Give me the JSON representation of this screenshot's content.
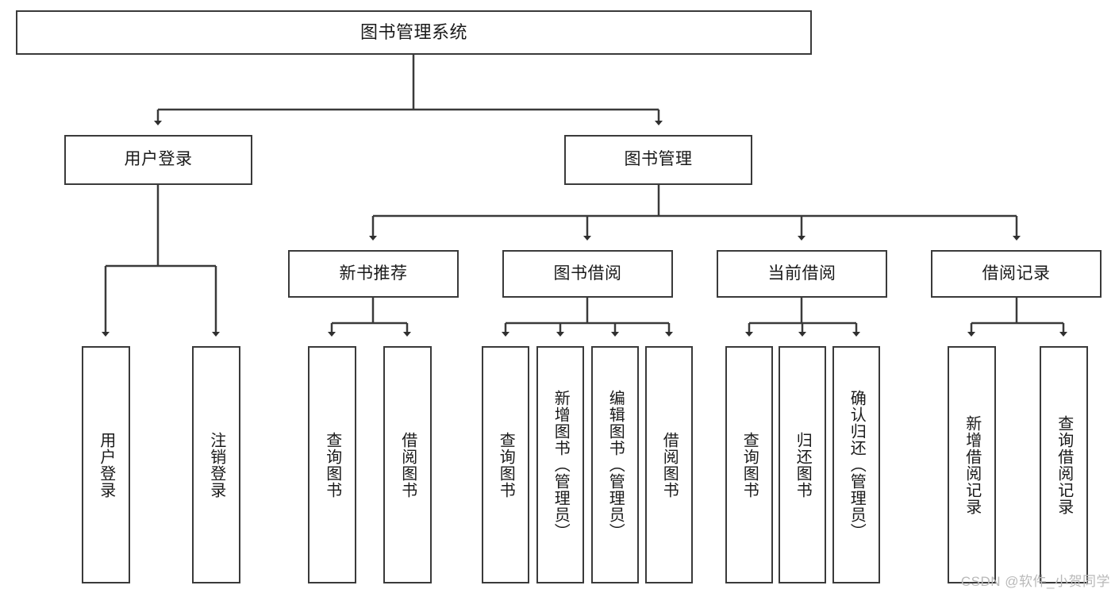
{
  "diagram": {
    "type": "hierarchy-tree",
    "title": "图书管理系统",
    "line_color": "#3a3a3a",
    "box_fill": "#ffffff",
    "text_color": "#1a1a1a",
    "nodes": {
      "root": {
        "label": "图书管理系统"
      },
      "level2": [
        {
          "label": "用户登录"
        },
        {
          "label": "图书管理"
        }
      ],
      "level3": [
        {
          "label": "新书推荐"
        },
        {
          "label": "图书借阅"
        },
        {
          "label": "当前借阅"
        },
        {
          "label": "借阅记录"
        }
      ],
      "leaves": {
        "user_login": [
          {
            "label": "用户登录"
          },
          {
            "label": "注销登录"
          }
        ],
        "new_book_recommend": [
          {
            "label": "查询图书"
          },
          {
            "label": "借阅图书"
          }
        ],
        "book_borrow": [
          {
            "label": "查询图书"
          },
          {
            "label": "新增图书（管理员）"
          },
          {
            "label": "编辑图书（管理员）"
          },
          {
            "label": "借阅图书"
          }
        ],
        "current_borrow": [
          {
            "label": "查询图书"
          },
          {
            "label": "归还图书"
          },
          {
            "label": "确认归还（管理员）"
          }
        ],
        "borrow_record": [
          {
            "label": "新增借阅记录"
          },
          {
            "label": "查询借阅记录"
          }
        ]
      }
    },
    "watermark": "CSDN @软件_小贺同学"
  }
}
